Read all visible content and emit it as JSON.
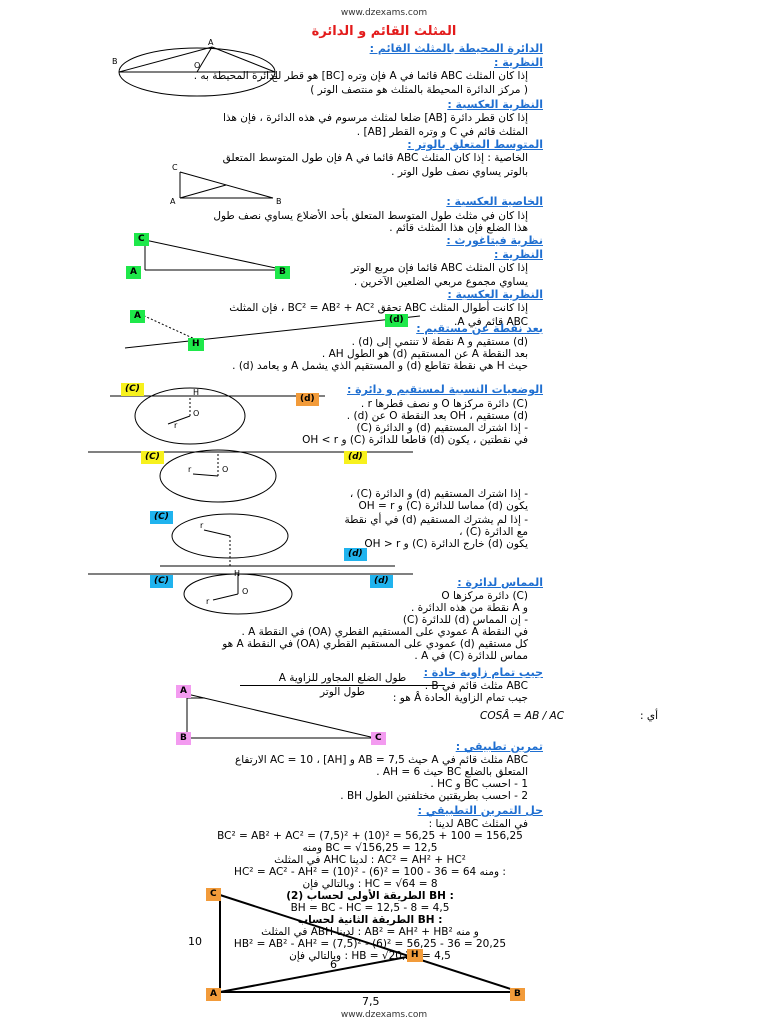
{
  "site_top": "www.dzexams.com",
  "site_bottom": "www.dzexams.com",
  "title": "المثلث القائم و الدائرة",
  "s1": {
    "heading": "الدائرة المحيطة بالمثلث القائم :",
    "theorem_heading": "النظرية :",
    "lines": [
      "إذا كان المثلث ABC قائما في A فإن وتره [BC] هو قطر للدائرة المحيطة به .",
      "( مركز الدائرة المحيطة بالمثلث هو منتصف الوتر )"
    ],
    "converse_heading": "النظرية العكسية :",
    "converse_lines": [
      "إذا كان قطر دائرة [AB] ضلعا لمثلث مرسوم في هذه الدائرة ، فإن هذا",
      "المثلث قائم في C و وتره القطر [AB] ."
    ],
    "median_heading": "المتوسط المتعلق بالوتر :",
    "median_lines": [
      "الخاصية : إذا كان المثلث ABC قائما في A فإن طول المتوسط المتعلق",
      "بالوتر يساوي نصف طول الوتر ."
    ],
    "median_conv_heading": "الخاصية العكسية :",
    "median_conv_lines": [
      "إذا كان في مثلث طول المتوسط المتعلق بأحد الأضلاع يساوي نصف طول",
      "هذا الضلع فإن هذا المثلث قائم ."
    ]
  },
  "s2": {
    "heading": "نظرية فيتاغورث :",
    "theorem_heading": "النظرية :",
    "lines": [
      "إذا كان المثلث ABC قائما فإن مربع الوتر",
      "يساوي مجموع مربعي الضلعين الآخرين ."
    ],
    "converse_heading": "النظرية العكسية :",
    "converse_lines": [
      "إذا كانت أطوال المثلث ABC تحقق BC² = AB² + AC² ، فإن المثلث",
      "ABC قائم في A."
    ]
  },
  "s3": {
    "heading": "بعد نقطة عن مستقيم :",
    "lines": [
      "(d) مستقيم و A نقطة لا تنتمي إلى (d) .",
      "بعد النقطة A عن المستقيم (d) هو الطول AH .",
      "حيث H هي نقطة تقاطع (d) و المستقيم الذي يشمل A و يعامد (d) ."
    ]
  },
  "s4": {
    "heading": "الوضعيات النسبية لمستقيم و دائرة :",
    "lines": [
      "(C) دائرة مركزها O و نصف قطرها r .",
      "(d) مستقيم ، OH بعد النقطة O عن (d) .",
      "- إذا اشترك المستقيم (d) و الدائرة (C)",
      "في نقطتين ، يكون (d) قاطعا للدائرة (C) و OH < r"
    ],
    "tangent_lines": [
      "- إذا اشترك المستقيم (d) و الدائرة (C) ،",
      "يكون (d) مماسا للدائرة (C) و OH = r"
    ],
    "exterior_lines": [
      "- إذا لم يشترك المستقيم (d) في أي نقطة",
      "مع الدائرة (C) ،",
      "يكون (d) خارج الدائرة (C) و OH > r"
    ]
  },
  "s5": {
    "heading": "المماس لدائرة :",
    "lines": [
      "(C) دائرة مركزها O",
      "و A نقطة من هذه الدائرة .",
      "- إن المماس (d) للدائرة (C)",
      "في النقطة A عمودي على المستقيم القطري (OA) في النقطة A .",
      "كل مستقيم (d) عمودي على المستقيم القطري (OA) في النقطة A هو",
      "مماس للدائرة (C) في A ."
    ]
  },
  "s6": {
    "heading": "جيب تمام زاوية حادة :",
    "lines": [
      "ABC مثلث قائم في B .",
      "جيب تمام الزاوية الحادة Â هو :"
    ],
    "frac_num": "طول الضلع المجاور للزاوية A",
    "frac_den": "طول الوتر",
    "formula": "COSÂ = AB / AC",
    "ay": "أي :"
  },
  "s7": {
    "heading": "تمرين تطبيقي :",
    "lines": [
      "ABC مثلث قائم في A حيث AB = 7,5 و AC = 10 ، [AH] الارتفاع",
      "المتعلق بالضلع BC حيث AH = 6 .",
      "1 - احسب BC و HC .",
      "2 - احسب بطريقتين مختلفتين الطول BH ."
    ]
  },
  "s8": {
    "heading": "حل التمرين التطبيقي :",
    "l1": "في المثلث ABC لدينا :",
    "l2": "BC² = AB² + AC² = (7,5)² + (10)² = 56,25 + 100 = 156,25",
    "l3": "ومنه BC = √156,25 = 12,5",
    "l4": "في المثلث AHC لدينا : AC² = AH² + HC²",
    "l5": "HC² = AC² - AH² = (10)² - (6)² = 100 - 36 = 64 ومنه :",
    "l6": "وبالتالي فإن : HC = √64 = 8",
    "l7": "(2) الطريقة الأولى لحساب BH :",
    "l8": "BH = BC - HC = 12,5 - 8 = 4,5",
    "l9": "الطريقة الثانية لحساب BH :",
    "l10": "في المثلث ABH لدينا : AB² = AH² + HB² و منه",
    "l11": "HB² = AB² - AH² = (7,5)² - (6)² = 56,25 - 36 = 20,25",
    "l12": "وبالتالي فإن : HB = √20,25 = 4,5"
  },
  "fig_labels": {
    "A": "A",
    "B": "B",
    "C": "C",
    "H": "H",
    "O": "O",
    "r": "r",
    "d": "(d)",
    "Cc": "(C)",
    "len10": "10",
    "len6": "6",
    "len75": "7,5"
  }
}
